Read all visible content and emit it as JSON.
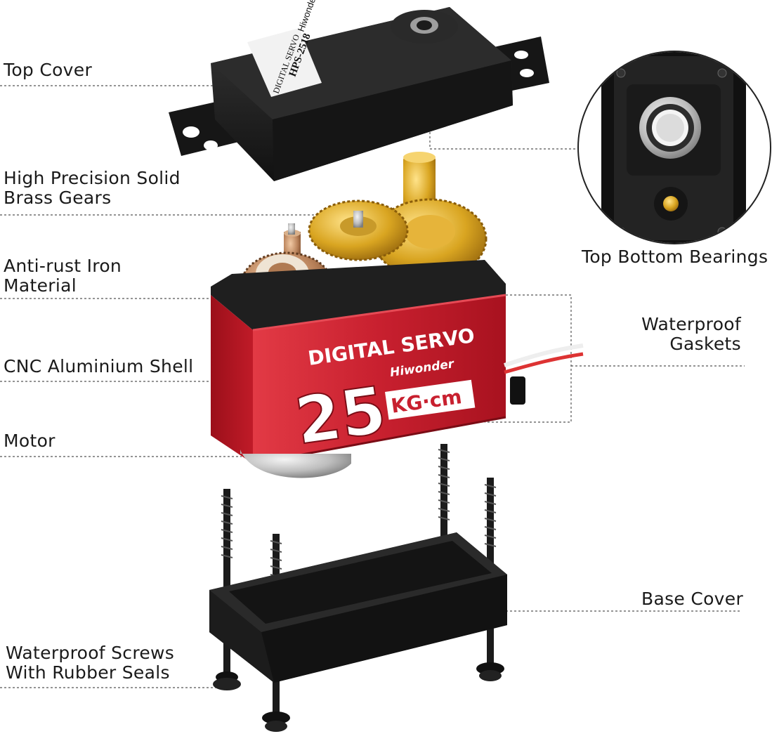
{
  "labels": {
    "top_cover": "Top Cover",
    "brass_gears": [
      "High Precision Solid",
      "Brass Gears"
    ],
    "iron_material": [
      "Anti-rust Iron",
      "Material"
    ],
    "aluminium_shell": "CNC Aluminium Shell",
    "motor": "Motor",
    "screws": [
      "Waterproof Screws",
      "With Rubber Seals"
    ],
    "bearings": "Top Bottom Bearings",
    "gaskets": [
      "Waterproof",
      "Gaskets"
    ],
    "base_cover": "Base Cover"
  },
  "product": {
    "top_cover_brand": "Hiwonder",
    "top_cover_model": "HPS-2518",
    "top_cover_text": "DIGITAL SERVO",
    "shell_title": "DIGITAL SERVO",
    "shell_brand": "Hiwonder",
    "torque_value": "25",
    "torque_unit": "KG·cm"
  },
  "colors": {
    "shell_red": "#c8202f",
    "brass": "#d9a521",
    "plastic_black": "#1b1b1b",
    "leader_line": "#555555"
  }
}
